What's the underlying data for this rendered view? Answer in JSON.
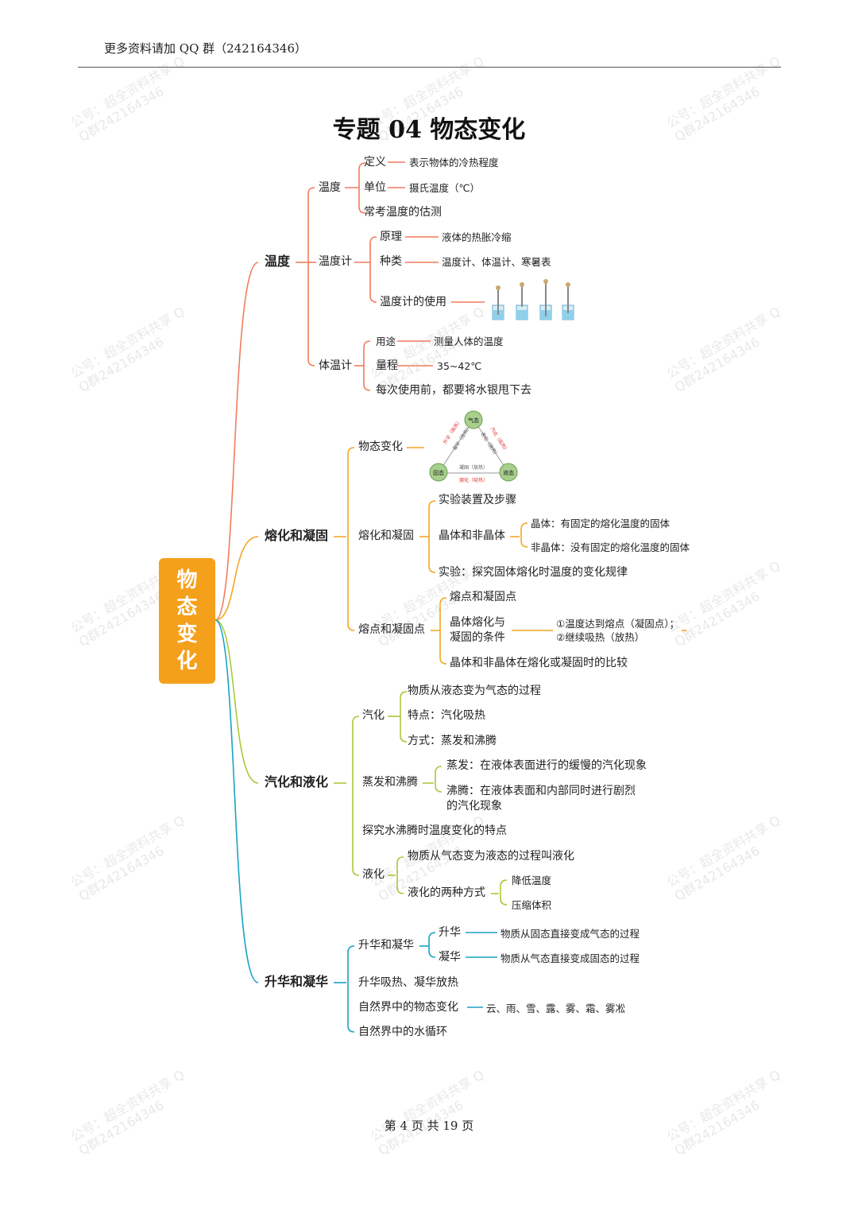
{
  "header": {
    "text": "更多资料请加 QQ 群（242164346）"
  },
  "title": "专题 04  物态变化",
  "root": {
    "chars": [
      "物",
      "态",
      "变",
      "化"
    ]
  },
  "watermark": {
    "line1": "公号：超全资料共享 Q",
    "line2": "Q群242164346"
  },
  "footer": {
    "text": "第  4  页  共  19  页"
  },
  "branches": {
    "temperature": {
      "label": "温度",
      "wendu": {
        "label": "温度",
        "def": "定义",
        "def_val": "表示物体的冷热程度",
        "unit": "单位",
        "unit_val": "摄氏温度（℃）",
        "estimate": "常考温度的估测"
      },
      "thermometer": {
        "label": "温度计",
        "principle": "原理",
        "principle_val": "液体的热胀冷缩",
        "kinds": "种类",
        "kinds_val": "温度计、体温计、寒暑表",
        "usage": "温度计的使用"
      },
      "clinical": {
        "label": "体温计",
        "use": "用途",
        "use_val": "测量人体的温度",
        "range": "量程",
        "range_val": "35~42℃",
        "shake": "每次使用前，都要将水银甩下去"
      }
    },
    "melting": {
      "label": "熔化和凝固",
      "state_change": {
        "label": "物态变化",
        "gas": "气态",
        "liquid": "液态",
        "solid": "固态",
        "solid_gas_up": "升华（吸热）",
        "gas_solid_down": "凝华（放热）",
        "gas_liquid": "液化（放热）",
        "liquid_gas": "汽化（吸热）",
        "liquid_solid": "凝固（放热）",
        "solid_liquid": "熔化（吸热）"
      },
      "melt_solid": {
        "label": "熔化和凝固",
        "setup": "实验装置及步骤",
        "crystal": "晶体和非晶体",
        "crystal_def": "晶体：有固定的熔化温度的固体",
        "amorphous_def": "非晶体：没有固定的熔化温度的固体",
        "experiment": "实验：探究固体熔化时温度的变化规律"
      },
      "points": {
        "label": "熔点和凝固点",
        "mp": "熔点和凝固点",
        "cond_line1": "晶体熔化与",
        "cond_line2": "凝固的条件",
        "cond1": "①温度达到熔点（凝固点）；",
        "cond2": "②继续吸热（放热）",
        "compare": "晶体和非晶体在熔化或凝固时的比较"
      }
    },
    "vaporization": {
      "label": "汽化和液化",
      "vapor": {
        "label": "汽化",
        "def": "物质从液态变为气态的过程",
        "feature": "特点：汽化吸热",
        "ways": "方式：蒸发和沸腾"
      },
      "evap_boil": {
        "label": "蒸发和沸腾",
        "evap": "蒸发：在液体表面进行的缓慢的汽化现象",
        "boil_line1": "沸腾：在液体表面和内部同时进行剧烈",
        "boil_line2": "的汽化现象"
      },
      "explore": "探究水沸腾时温度变化的特点",
      "liquefy": {
        "label": "液化",
        "def": "物质从气态变为液态的过程叫液化",
        "two_ways": "液化的两种方式",
        "lower": "降低温度",
        "compress": "压缩体积"
      }
    },
    "sublimation": {
      "label": "升华和凝华",
      "pair": {
        "label": "升华和凝华",
        "sub": "升华",
        "sub_val": "物质从固态直接变成气态的过程",
        "dep": "凝华",
        "dep_val": "物质从气态直接变成固态的过程"
      },
      "heat": "升华吸热、凝华放热",
      "nature": "自然界中的物态变化",
      "nature_val": "云、雨、雪、露、雾、霜、雾凇",
      "cycle": "自然界中的水循环"
    }
  },
  "colors": {
    "orange": "#f5a01b",
    "red": "#f27b5c",
    "orange_line": "#f5a623",
    "green": "#a8c93a",
    "blue": "#1aa3c4"
  }
}
